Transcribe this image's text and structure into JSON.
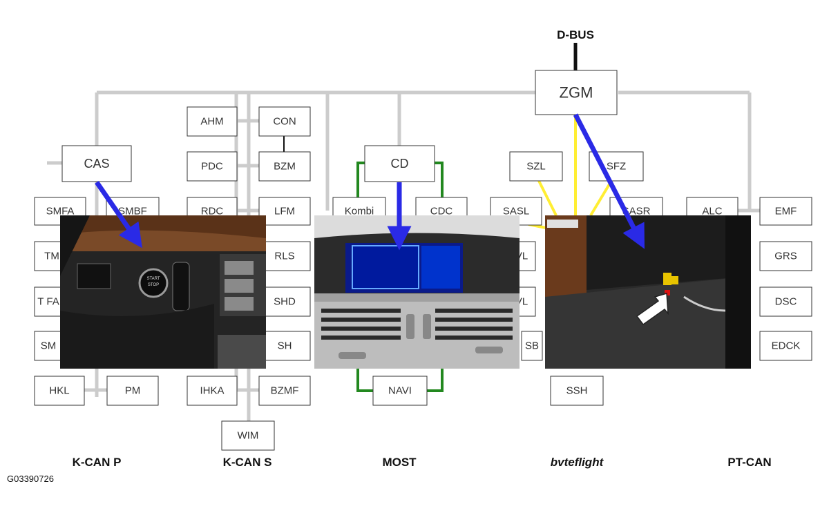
{
  "dbus_label": "D-BUS",
  "gateway": "ZGM",
  "bus_labels": [
    "K-CAN P",
    "K-CAN S",
    "MOST",
    "bvteflight",
    "PT-CAN"
  ],
  "figure_code": "G03390726",
  "modules": {
    "ahm": "AHM",
    "con": "CON",
    "pdc": "PDC",
    "bzm": "BZM",
    "cas": "CAS",
    "cd": "CD",
    "szl": "SZL",
    "sfz": "SFZ",
    "smfa": "SMFA",
    "smbf": "SMBF",
    "rdc": "RDC",
    "lfm": "LFM",
    "kombi": "Kombi",
    "cdc": "CDC",
    "sasl": "SASL",
    "sasr": "SASR",
    "alc": "ALC",
    "emf": "EMF",
    "tm": "TM",
    "rls": "RLS",
    "grs": "GRS",
    "tfa": "T FA",
    "shd": "SHD",
    "dsc": "DSC",
    "sm": "SM",
    "sh": "SH",
    "sb": "SB",
    "edck": "EDCK",
    "hkl": "HKL",
    "pm": "PM",
    "ihka": "IHKA",
    "bzmf": "BZMF",
    "navi": "NAVI",
    "ssh": "SSH",
    "wim": "WIM",
    "vl1": "VL",
    "vl2": "VL"
  },
  "photos": [
    {
      "name": "start-stop-button-photo",
      "button_text": "START STOP"
    },
    {
      "name": "display-photo"
    },
    {
      "name": "footwell-connector-photo"
    }
  ],
  "colors": {
    "bus_gray": "#cccccc",
    "byteflight_yellow": "#ffee33",
    "most_green": "#22881f",
    "arrow_blue": "#2a2ae6"
  }
}
